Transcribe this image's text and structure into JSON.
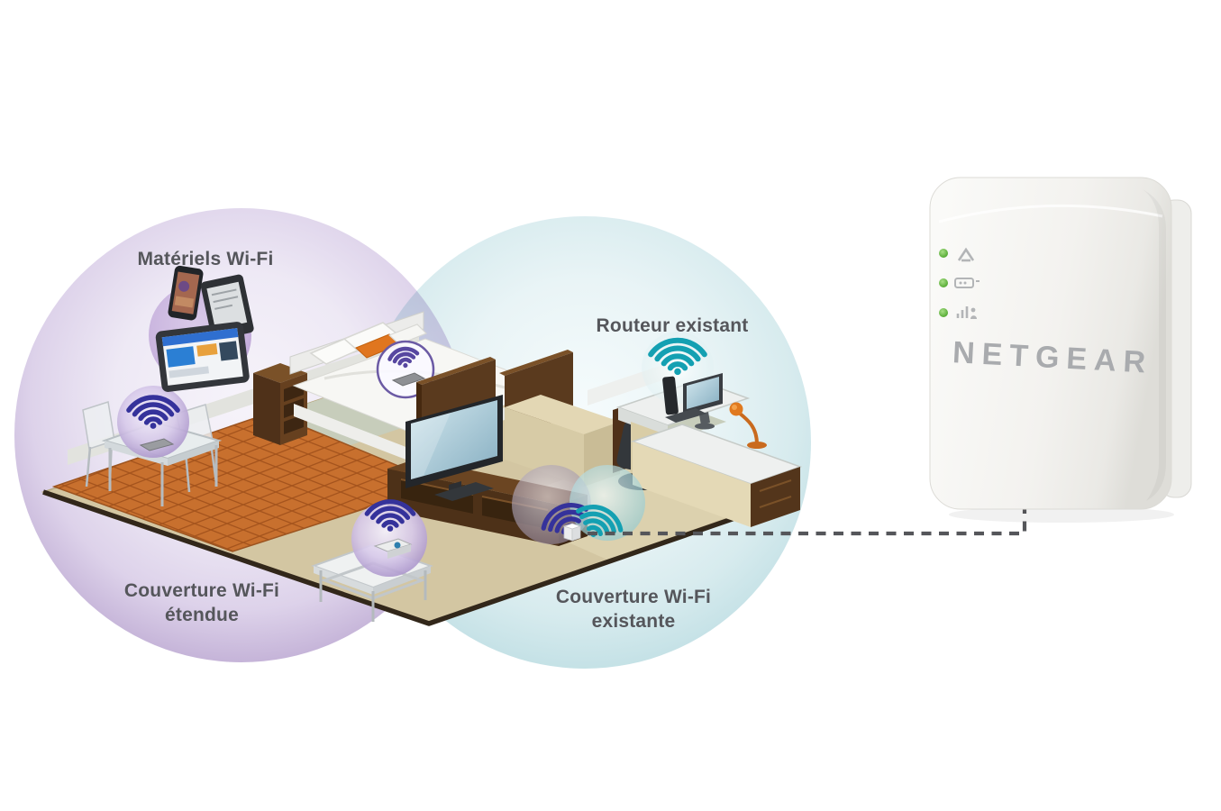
{
  "canvas": {
    "background": "#ffffff"
  },
  "diagram": {
    "extended_zone": {
      "devices_label": "Matériels Wi-Fi",
      "coverage_line1": "Couverture Wi-Fi",
      "coverage_line2": "étendue",
      "zone_color": "#b9a5cf",
      "wifi_color": "#35329b"
    },
    "existing_zone": {
      "router_label": "Routeur existant",
      "coverage_line1": "Couverture Wi-Fi",
      "coverage_line2": "existante",
      "zone_color": "#badce1",
      "wifi_color": "#14a0b2"
    },
    "text_color": "#55565b"
  },
  "extender_device": {
    "brand": "NETGEAR",
    "brand_color": "#a9abae",
    "body_color": "#f2f1ee",
    "led_color": "#5cb431",
    "leds": [
      {
        "icon": "router-link-icon"
      },
      {
        "icon": "wps-icon"
      },
      {
        "icon": "client-device-icon"
      }
    ]
  },
  "connector": {
    "style": "dashed",
    "color": "#55565a"
  }
}
